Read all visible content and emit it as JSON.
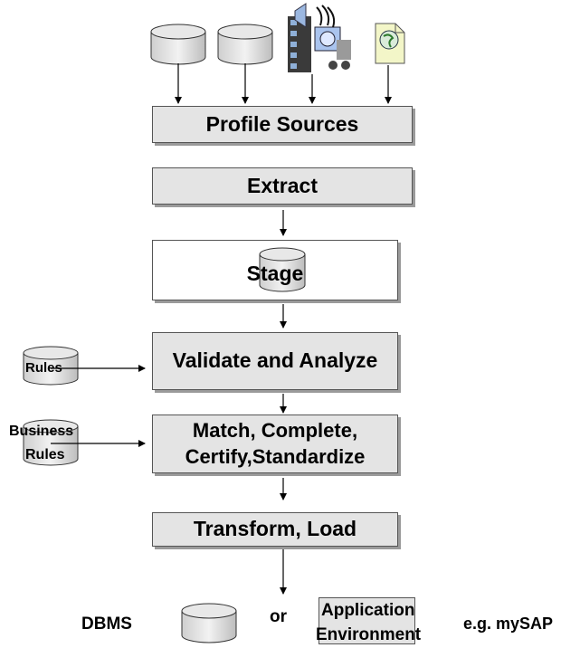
{
  "steps": {
    "profile": "Profile Sources",
    "extract": "Extract",
    "stage": "Stage",
    "validate": "Validate and Analyze",
    "match_line1": "Match, Complete,",
    "match_line2": "Certify,Standardize",
    "transform": "Transform, Load"
  },
  "inputs": {
    "rules": "Rules",
    "business_line1": "Business",
    "business_line2": "Rules"
  },
  "outputs": {
    "dbms": "DBMS",
    "or": "or",
    "app_line1": "Application",
    "app_line2": "Environment",
    "example": "e.g. mySAP"
  },
  "icons": [
    "database-icon",
    "database-icon",
    "multimedia-icon",
    "web-document-icon"
  ]
}
